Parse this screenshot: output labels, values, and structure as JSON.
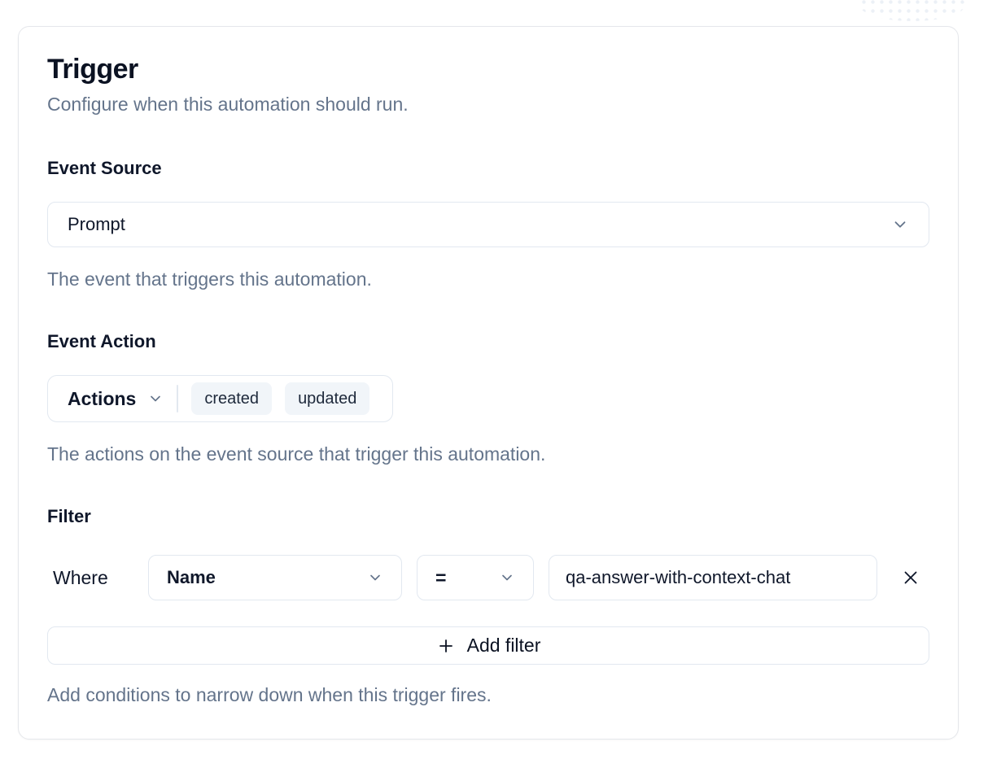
{
  "card": {
    "title": "Trigger",
    "subtitle": "Configure when this automation should run."
  },
  "event_source": {
    "label": "Event Source",
    "selected": "Prompt",
    "helper": "The event that triggers this automation."
  },
  "event_action": {
    "label": "Event Action",
    "dropdown_label": "Actions",
    "chips": [
      "created",
      "updated"
    ],
    "helper": "The actions on the event source that trigger this automation."
  },
  "filter": {
    "label": "Filter",
    "where_label": "Where",
    "field_selected": "Name",
    "operator_selected": "=",
    "value": "qa-answer-with-context-chat",
    "add_button_label": "Add filter",
    "helper": "Add conditions to narrow down when this trigger fires."
  },
  "icons": {
    "chevron_down": "chevron-down",
    "plus": "plus",
    "close": "x"
  },
  "colors": {
    "border": "#e2e8f0",
    "card_border": "#e5e7eb",
    "text_dark": "#0f172a",
    "text_muted": "#64748b",
    "chip_bg": "#f1f5f9"
  }
}
